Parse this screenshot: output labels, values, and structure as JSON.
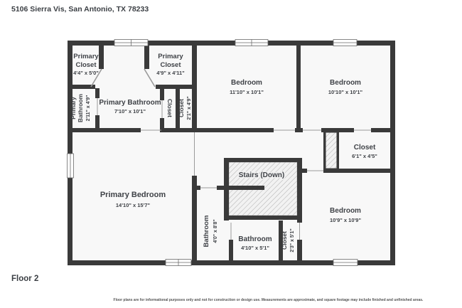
{
  "header": {
    "address": "5106 Sierra Vis, San Antonio, TX 78233"
  },
  "footer": {
    "floor_label": "Floor 2",
    "disclaimer": "Floor plans are for informational purposes only and not for construction or design use. Measurements are approximate, and square footage may include finished and unfinished areas."
  },
  "colors": {
    "wall": "#3a3a3a",
    "floor": "#f8f8f8",
    "text": "#3f4247",
    "hatch": "#b5b5b5",
    "opening": "#9a9a9a"
  },
  "rooms": {
    "primary_closet_1": {
      "line1": "Primary",
      "line2": "Closet",
      "dims": "4'4\" x 5'0\""
    },
    "primary_closet_2": {
      "line1": "Primary",
      "line2": "Closet",
      "dims": "4'9\" x 4'11\""
    },
    "primary_bathroom_small": {
      "line1": "Primary",
      "line2": "Bathroom",
      "dims": "2'11\" x 4'9\""
    },
    "primary_bathroom": {
      "name": "Primary Bathroom",
      "dims": "7'10\" x 10'1\""
    },
    "hall_closet_a": {
      "name": "Closet"
    },
    "hall_closet_b": {
      "name": "Closet",
      "dims": "2'1\" x 4'9\""
    },
    "bedroom_1": {
      "name": "Bedroom",
      "dims": "11'10\" x 10'1\""
    },
    "bedroom_2": {
      "name": "Bedroom",
      "dims": "10'10\" x 10'1\""
    },
    "closet_right": {
      "name": "Closet",
      "dims": "6'1\" x 4'5\""
    },
    "stairs": {
      "name": "Stairs (Down)"
    },
    "primary_bedroom": {
      "name": "Primary Bedroom",
      "dims": "14'10\" x 15'7\""
    },
    "bathroom_long": {
      "name": "Bathroom",
      "dims": "4'0\" x 8'8\""
    },
    "bathroom_small": {
      "name": "Bathroom",
      "dims": "4'10\" x 5'1\""
    },
    "closet_bottom": {
      "name": "Closet",
      "dims": "2'3\" x 5'1\""
    },
    "bedroom_3": {
      "name": "Bedroom",
      "dims": "10'9\" x 10'9\""
    }
  }
}
